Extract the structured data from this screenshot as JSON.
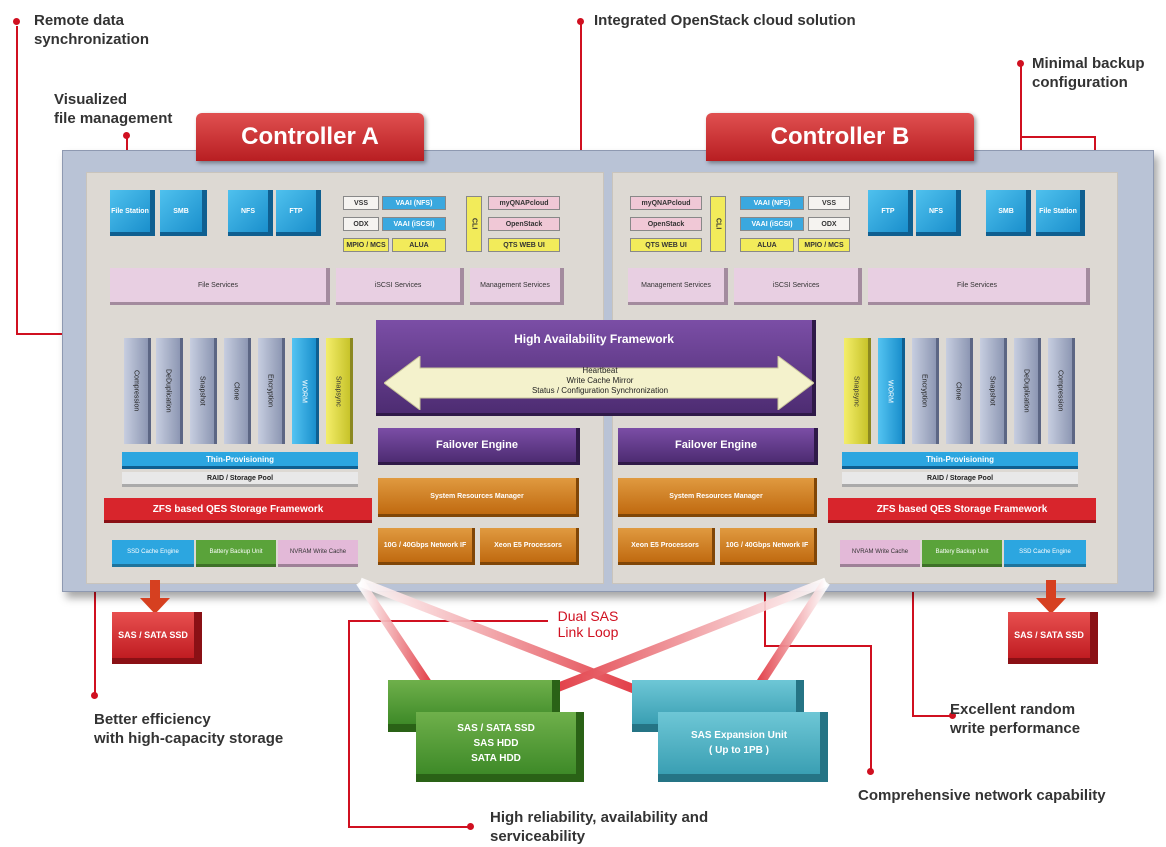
{
  "callouts": {
    "remote_sync_1": "Remote data",
    "remote_sync_2": "synchronization",
    "openstack": "Integrated OpenStack cloud solution",
    "backup_1": "Minimal backup",
    "backup_2": "configuration",
    "visualized_1": "Visualized",
    "visualized_2": "file management",
    "efficiency_1": "Better efficiency",
    "efficiency_2": "with high-capacity storage",
    "random_1": "Excellent random",
    "random_2": "write performance",
    "network": "Comprehensive network capability",
    "reliability_1": "High reliability, availability and",
    "reliability_2": "serviceability"
  },
  "controller_a": {
    "title": "Controller A",
    "blocks": [
      "File Station",
      "SMB",
      "NFS",
      "FTP"
    ],
    "tags": {
      "vss": "VSS",
      "vaai": "VAAI (NFS)",
      "odx": "ODX",
      "vaai_iscsi": "VAAI (iSCSI)",
      "mpio": "MPIO / MCS",
      "alua": "ALUA",
      "cli": "CLI",
      "myqnap": "myQNAPcloud",
      "openstack": "OpenStack",
      "qts": "QTS WEB UI"
    },
    "services": {
      "file": "File Services",
      "iscsi": "iSCSI Services",
      "mgmt": "Management Services"
    },
    "zfs_columns": [
      "Compression",
      "DeDuplication",
      "Snapshot",
      "Clone",
      "Encryption",
      "WORM",
      "Snapsync"
    ],
    "thin": "Thin-Provisioning",
    "raid": "RAID / Storage Pool",
    "zfs": "ZFS based QES Storage Framework",
    "cache": [
      "SSD Cache Engine",
      "Battery Backup Unit",
      "NVRAM Write Cache"
    ],
    "sas": "SAS / SATA SSD"
  },
  "controller_b": {
    "title": "Controller B",
    "blocks": [
      "FTP",
      "NFS",
      "SMB",
      "File Station"
    ],
    "tags": {
      "vss": "VSS",
      "vaai": "VAAI (NFS)",
      "odx": "ODX",
      "vaai_iscsi": "VAAI (iSCSI)",
      "mpio": "MPIO / MCS",
      "alua": "ALUA",
      "cli": "CLI",
      "myqnap": "myQNAPcloud",
      "openstack": "OpenStack",
      "qts": "QTS WEB UI"
    },
    "services": {
      "file": "File Services",
      "iscsi": "iSCSI Services",
      "mgmt": "Management Services"
    },
    "zfs_columns": [
      "Snapsync",
      "WORM",
      "Encryption",
      "Clone",
      "Snapshot",
      "DeDuplication",
      "Compression"
    ],
    "thin": "Thin-Provisioning",
    "raid": "RAID / Storage Pool",
    "zfs": "ZFS based QES Storage Framework",
    "cache": [
      "NVRAM Write Cache",
      "Battery Backup Unit",
      "SSD Cache Engine"
    ],
    "sas": "SAS / SATA SSD"
  },
  "ha": {
    "title": "High Availability Framework",
    "arrow_1": "Heartbeat",
    "arrow_2": "Write Cache Mirror",
    "arrow_3": "Status / Configuration Synchronization",
    "failover": "Failover Engine",
    "srm": "System Resources Manager",
    "net": "10G / 40Gbps Network IF",
    "xeon": "Xeon E5 Processors"
  },
  "sas_link": {
    "line1": "Dual SAS",
    "line2": "Link Loop"
  },
  "enclosures": {
    "green_1": "SAS / SATA SSD",
    "green_2": "SAS HDD",
    "green_3": "SATA HDD",
    "teal_1": "SAS Expansion Unit",
    "teal_2": "( Up to 1PB )"
  },
  "colors": {
    "accent_red": "#d01020",
    "controller_red": "#c8262b",
    "ha_purple": "#5c3584",
    "zfs_red": "#d8252c"
  }
}
